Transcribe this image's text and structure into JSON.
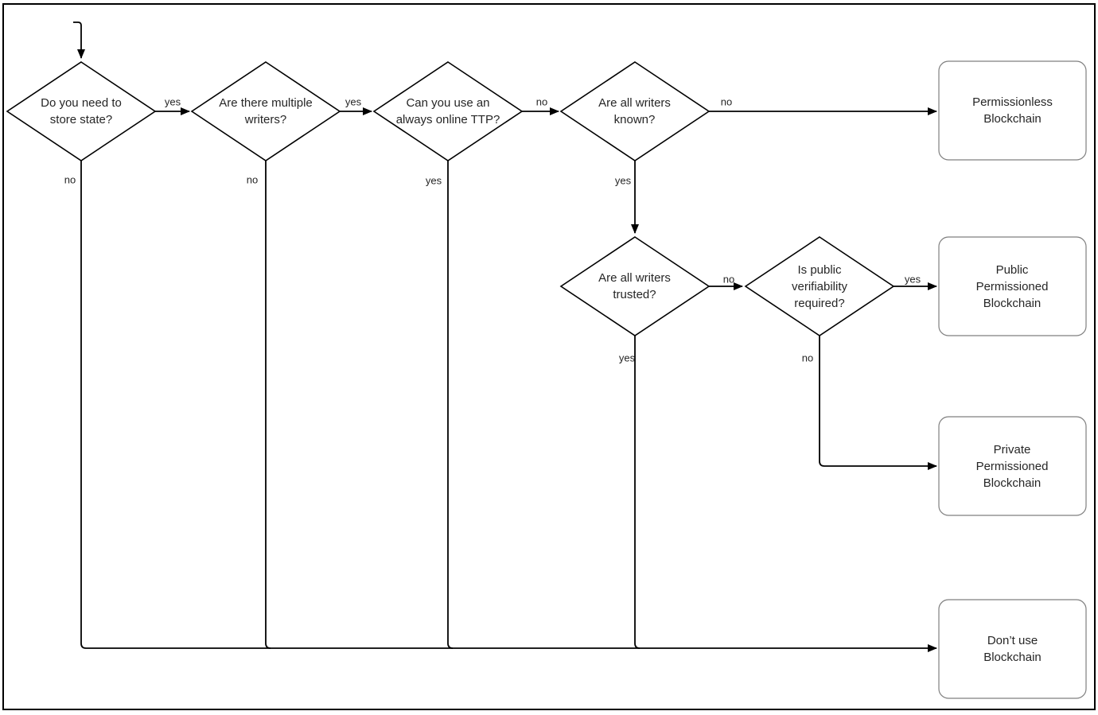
{
  "colors": {
    "background": "#ffffff",
    "line": "#000000",
    "text": "#262626",
    "box_border": "#7f7f7f"
  },
  "flowchart": {
    "decisions": [
      {
        "id": "store-state",
        "label": "Do you need to store state?"
      },
      {
        "id": "multiple-writers",
        "label": "Are there multiple writers?"
      },
      {
        "id": "online-ttp",
        "label": "Can you use an always online TTP?"
      },
      {
        "id": "writers-known",
        "label": "Are all writers known?"
      },
      {
        "id": "writers-trusted",
        "label": "Are all writers trusted?"
      },
      {
        "id": "public-verifiability",
        "label": "Is public verifiability required?"
      }
    ],
    "outcomes": [
      {
        "id": "permissionless",
        "label": "Permissionless Blockchain"
      },
      {
        "id": "public-permissioned",
        "label": "Public Permissioned Blockchain"
      },
      {
        "id": "private-permissioned",
        "label": "Private Permissioned Blockchain"
      },
      {
        "id": "dont-use-blockchain",
        "label": "Don’t use Blockchain"
      }
    ],
    "edges": [
      {
        "from": "start",
        "to": "store-state",
        "label": ""
      },
      {
        "from": "store-state",
        "to": "multiple-writers",
        "label": "yes"
      },
      {
        "from": "store-state",
        "to": "dont-use-blockchain",
        "label": "no"
      },
      {
        "from": "multiple-writers",
        "to": "online-ttp",
        "label": "yes"
      },
      {
        "from": "multiple-writers",
        "to": "dont-use-blockchain",
        "label": "no"
      },
      {
        "from": "online-ttp",
        "to": "writers-known",
        "label": "no"
      },
      {
        "from": "online-ttp",
        "to": "dont-use-blockchain",
        "label": "yes"
      },
      {
        "from": "writers-known",
        "to": "permissionless",
        "label": "no"
      },
      {
        "from": "writers-known",
        "to": "writers-trusted",
        "label": "yes"
      },
      {
        "from": "writers-trusted",
        "to": "public-verifiability",
        "label": "no"
      },
      {
        "from": "writers-trusted",
        "to": "dont-use-blockchain",
        "label": "yes"
      },
      {
        "from": "public-verifiability",
        "to": "public-permissioned",
        "label": "yes"
      },
      {
        "from": "public-verifiability",
        "to": "private-permissioned",
        "label": "no"
      }
    ]
  }
}
